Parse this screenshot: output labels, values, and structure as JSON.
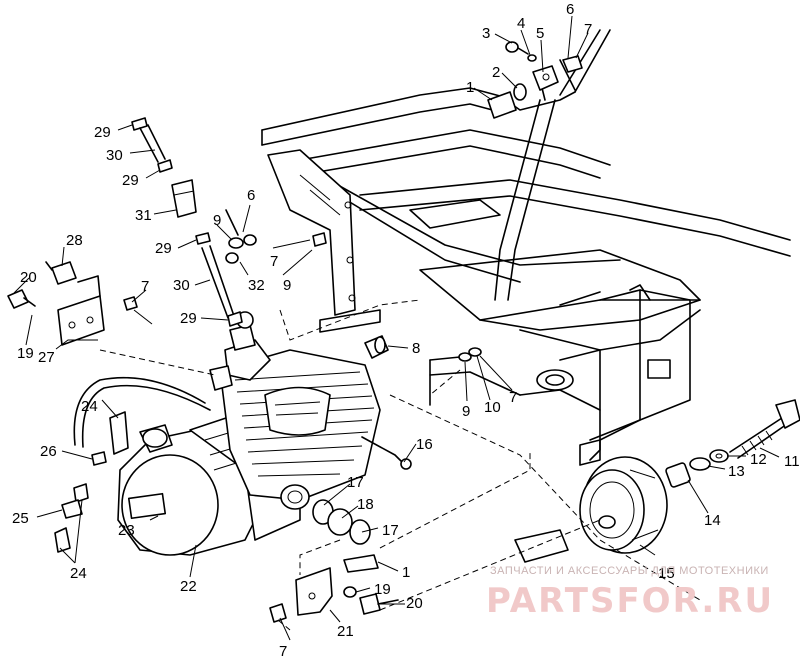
{
  "callouts": [
    {
      "label": "1"
    },
    {
      "label": "2"
    },
    {
      "label": "3"
    },
    {
      "label": "4"
    },
    {
      "label": "5"
    },
    {
      "label": "6"
    },
    {
      "label": "7"
    },
    {
      "label": "29"
    },
    {
      "label": "30"
    },
    {
      "label": "29"
    },
    {
      "label": "31"
    },
    {
      "label": "6"
    },
    {
      "label": "9"
    },
    {
      "label": "7"
    },
    {
      "label": "29"
    },
    {
      "label": "32"
    },
    {
      "label": "9"
    },
    {
      "label": "30"
    },
    {
      "label": "28"
    },
    {
      "label": "20"
    },
    {
      "label": "7"
    },
    {
      "label": "19"
    },
    {
      "label": "29"
    },
    {
      "label": "27"
    },
    {
      "label": "8"
    },
    {
      "label": "24"
    },
    {
      "label": "9"
    },
    {
      "label": "10"
    },
    {
      "label": "7"
    },
    {
      "label": "11"
    },
    {
      "label": "16"
    },
    {
      "label": "26"
    },
    {
      "label": "12"
    },
    {
      "label": "17"
    },
    {
      "label": "13"
    },
    {
      "label": "18"
    },
    {
      "label": "25"
    },
    {
      "label": "17"
    },
    {
      "label": "14"
    },
    {
      "label": "23"
    },
    {
      "label": "24"
    },
    {
      "label": "22"
    },
    {
      "label": "15"
    },
    {
      "label": "1"
    },
    {
      "label": "19"
    },
    {
      "label": "20"
    },
    {
      "label": "21"
    },
    {
      "label": "7"
    }
  ],
  "watermark": {
    "tagline": "ЗАПЧАСТИ И АКСЕССУАРЫ ДЛЯ МОТОТЕХНИКИ",
    "brand": "PARTSFOR.RU"
  }
}
